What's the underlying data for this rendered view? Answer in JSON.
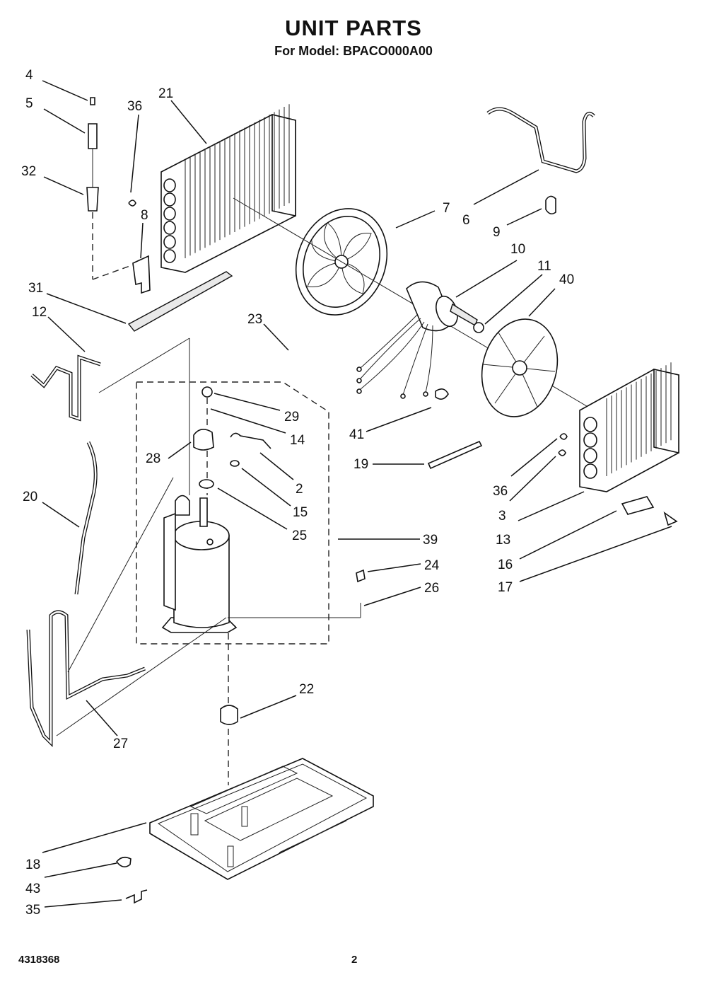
{
  "header": {
    "title": "UNIT PARTS",
    "subtitle": "For Model: BPACO000A00"
  },
  "footer": {
    "doc_number": "4318368",
    "page_number": "2"
  },
  "callouts": [
    "4",
    "5",
    "32",
    "36",
    "21",
    "8",
    "31",
    "12",
    "23",
    "29",
    "14",
    "28",
    "2",
    "15",
    "25",
    "20",
    "39",
    "24",
    "26",
    "27",
    "22",
    "18",
    "43",
    "35",
    "7",
    "6",
    "9",
    "10",
    "11",
    "40",
    "41",
    "19",
    "36",
    "3",
    "13",
    "16",
    "17"
  ]
}
